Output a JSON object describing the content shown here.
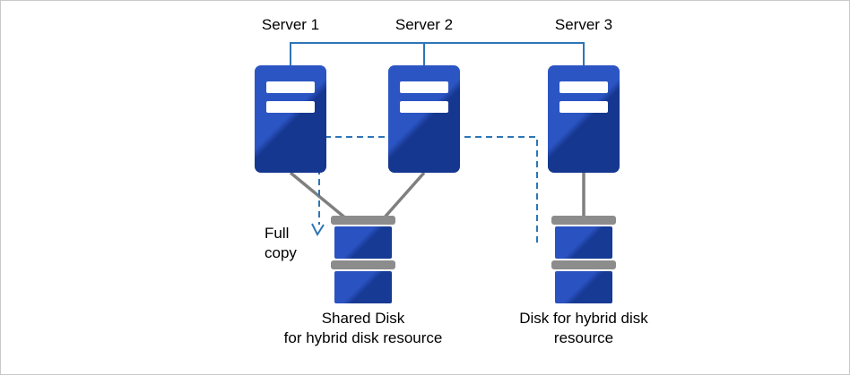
{
  "diagram": {
    "servers": [
      {
        "label": "Server 1"
      },
      {
        "label": "Server 2"
      },
      {
        "label": "Server 3"
      }
    ],
    "full_copy": {
      "line1": "Full",
      "line2": "copy"
    },
    "shared_disk": {
      "line1": "Shared Disk",
      "line2": "for hybrid disk resource"
    },
    "hybrid_disk": {
      "line1": "Disk for hybrid disk",
      "line2": "resource"
    },
    "icons": {
      "server": "server-icon",
      "disk": "disk-stack-icon",
      "arrow": "full-copy-arrow-icon"
    },
    "colors": {
      "server_blue_light": "#2c55c4",
      "server_blue_dark": "#16378f",
      "disk_blue_light": "#2a52c0",
      "disk_blue_dark": "#173a94",
      "cap_gray": "#8c8c8c",
      "link_gray": "#7f7f7f",
      "connector_blue": "#2e75b6",
      "text": "#000000",
      "background": "#ffffff"
    }
  }
}
